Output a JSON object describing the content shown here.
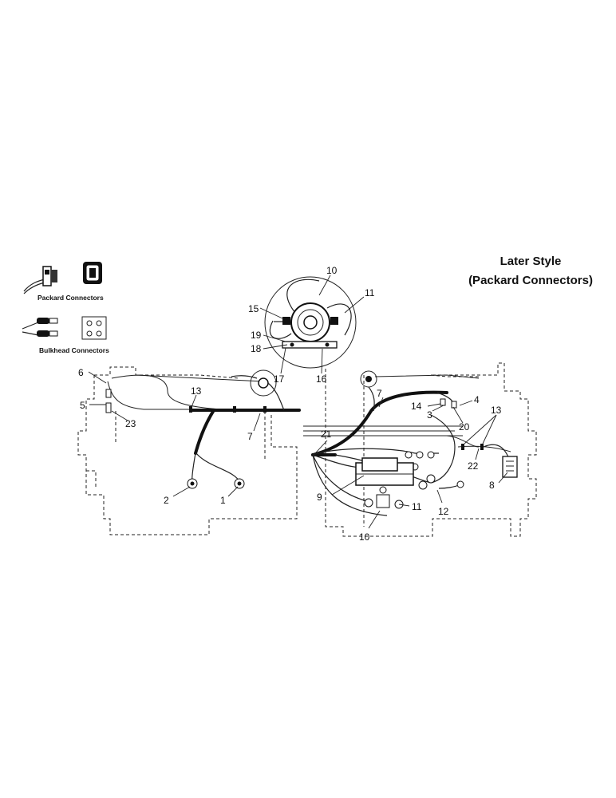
{
  "title": {
    "line1": "Later Style",
    "line2": "(Packard Connectors)"
  },
  "legend": {
    "packard_label": "Packard Connectors",
    "bulkhead_label": "Bulkhead Connectors"
  },
  "callouts": {
    "c10_top": "10",
    "c11_top": "11",
    "c15": "15",
    "c19": "19",
    "c18": "18",
    "c17": "17",
    "c16": "16",
    "c6": "6",
    "c13_left": "13",
    "c5": "5",
    "c23": "23",
    "c7_left": "7",
    "c2": "2",
    "c1": "1",
    "c7_right": "7",
    "c4": "4",
    "c14": "14",
    "c3": "3",
    "c20": "20",
    "c13_right": "13",
    "c21": "21",
    "c22": "22",
    "c8": "8",
    "c9": "9",
    "c11_bottom": "11",
    "c12": "12",
    "c10_bottom": "10"
  }
}
